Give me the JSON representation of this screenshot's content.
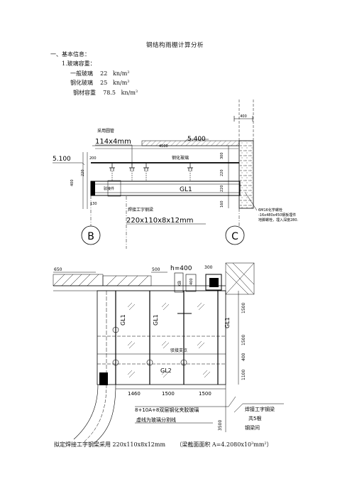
{
  "doc": {
    "title": "钢结构雨棚计算分析",
    "section_heading": "一、基本信息：",
    "sub_heading": "1.玻璃容重：",
    "densities": [
      {
        "label": "一般玻璃",
        "value": "22",
        "unit": "kn/m"
      },
      {
        "label": "钢化玻璃",
        "value": "25",
        "unit": "kn/m"
      },
      {
        "label": "钢材容重",
        "value": "78.5",
        "unit": "kn/m"
      }
    ],
    "unit_exponent": "3",
    "footer_text": "拟定焊接工字钢梁采用 220x110x8x12mm",
    "footer_area_text": "（梁截面面积 A=4.2080x10",
    "footer_area_exp": "3",
    "footer_area_unit": "mm",
    "footer_area_unit_exp": "2",
    "footer_area_close": "）"
  },
  "section_drawing": {
    "dim_top": "400",
    "label_steel_rod": "采用圆管",
    "rod_size": "114x4mm",
    "level_right": "5.400",
    "dim_4500": "4500",
    "level_left": "5.100",
    "label_glass": "钢化玻璃",
    "label_support": "驳接件",
    "dims_left": [
      "200",
      "220",
      "400",
      "130"
    ],
    "dims_right": [
      "300",
      "220",
      "220",
      "160"
    ],
    "beam_label": "GL1",
    "welded_label": "焊接工字钢梁",
    "beam_size": "220x110x8x12mm",
    "axis_b": "B",
    "axis_c": "C",
    "anchor_note": [
      "6M16化学螺栓",
      "-16x480x450钢板埋件",
      "地脚螺栓，埋入深度280."
    ]
  },
  "plan_drawing": {
    "dim_650": "650",
    "dim_500": "500",
    "h_label": "h=400",
    "dim_300": "300",
    "kb_label": "KB",
    "dim_400v": "400",
    "beam_labels": [
      "GL1",
      "GL1",
      "GL1"
    ],
    "gl2_label": "GL2",
    "support_label": "驳接支点",
    "dims_right_v": [
      "1500",
      "1500",
      "400",
      "1100"
    ],
    "dims_bottom": [
      "1460",
      "1500",
      "1500"
    ],
    "glass_note": "8+10A+8双层钢化夹胶玻璃",
    "divider_note": "虚线为玻璃分割线",
    "welded_note": "焊接工字钢梁",
    "count_note": "共5根",
    "spacing_note": "钢梁间",
    "dim_3500": "3500"
  }
}
